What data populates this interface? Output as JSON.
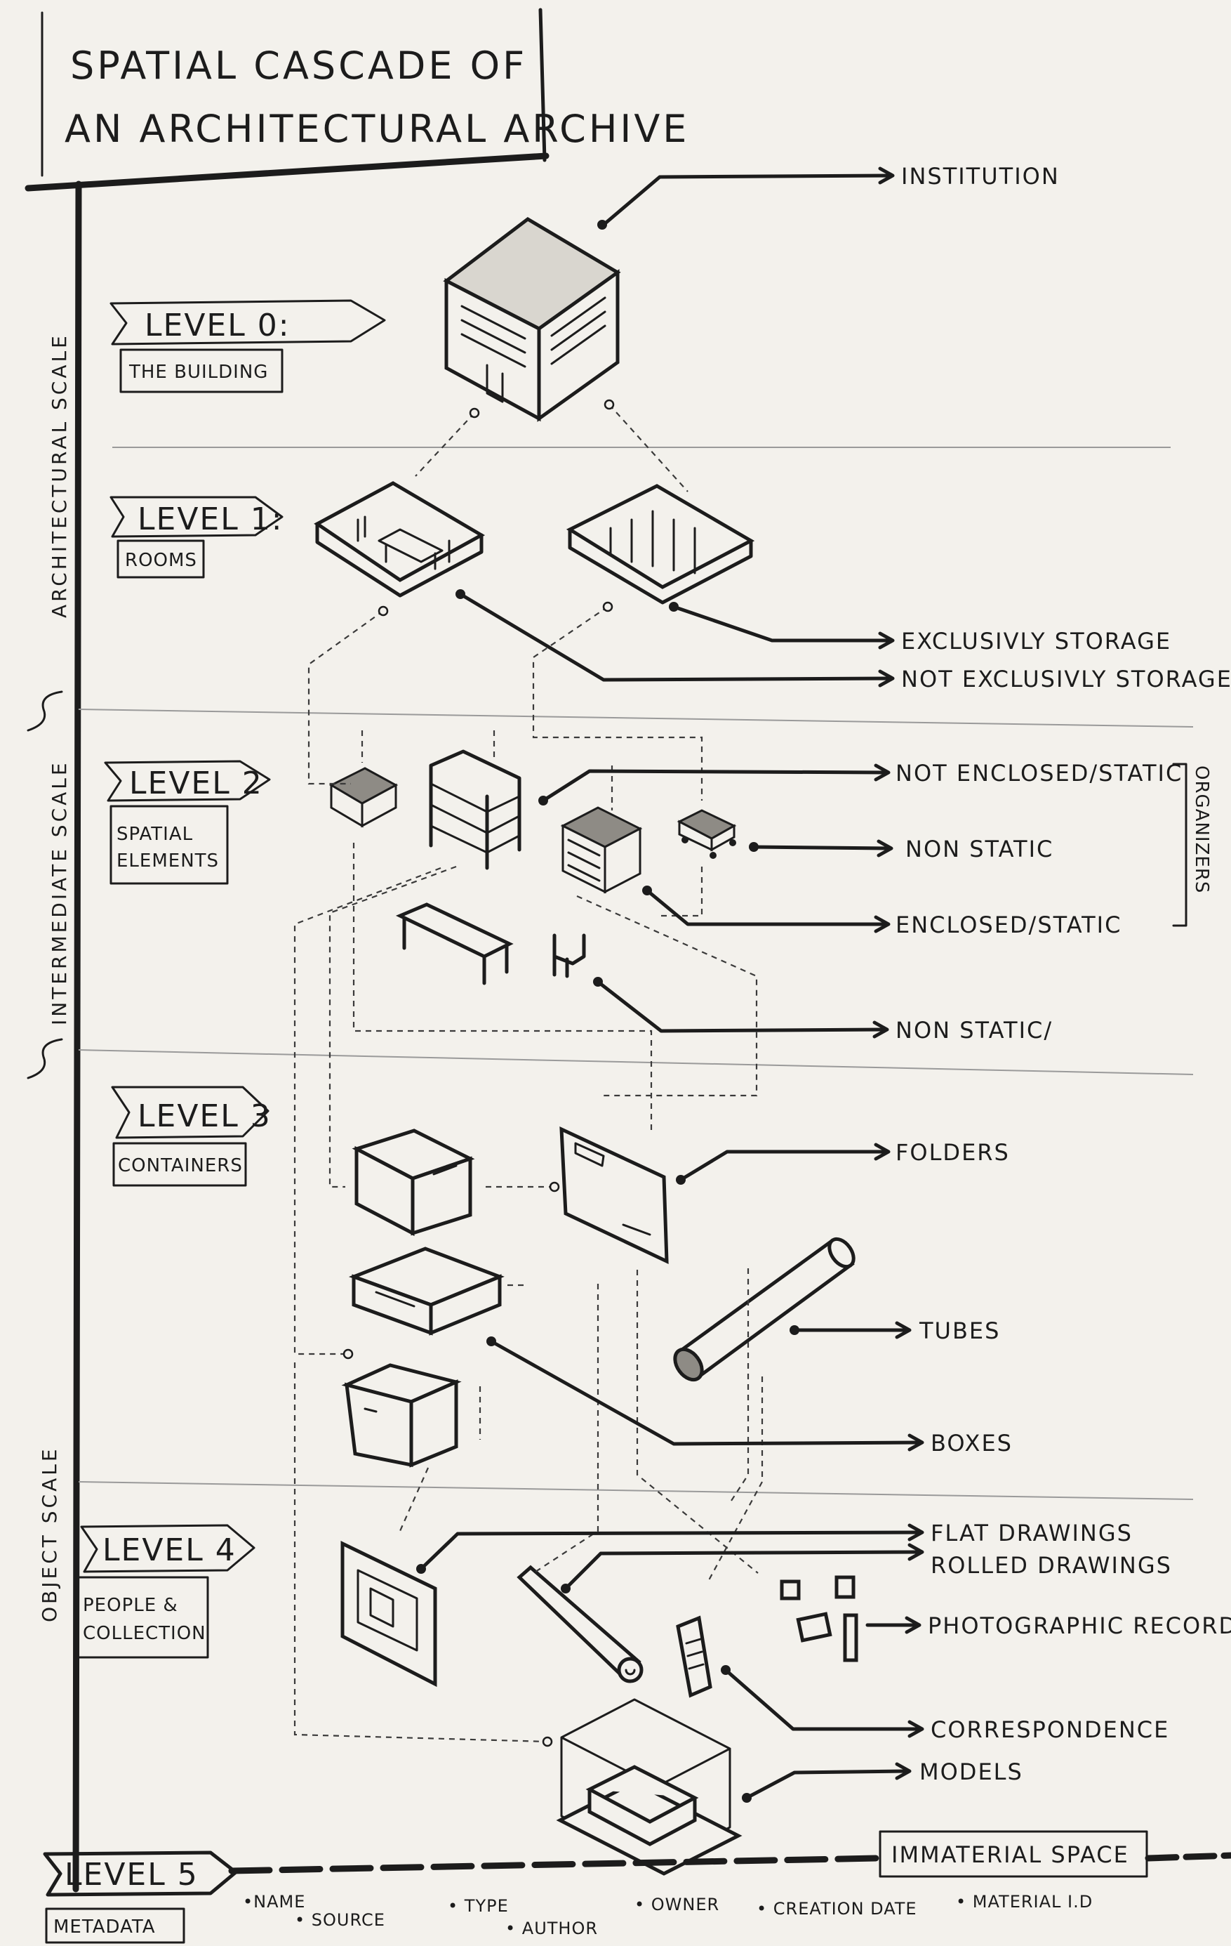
{
  "title": {
    "line1": "SPATIAL CASCADE OF",
    "line2": "AN ARCHITECTURAL ARCHIVE"
  },
  "scales": {
    "architectural": "ARCHITECTURAL SCALE",
    "intermediate": "INTERMEDIATE SCALE",
    "object": "OBJECT SCALE"
  },
  "levels": [
    {
      "label": "LEVEL 0:",
      "sub": "THE BUILDING"
    },
    {
      "label": "LEVEL 1:",
      "sub": "ROOMS"
    },
    {
      "label": "LEVEL 2",
      "sub1": "SPATIAL",
      "sub2": "ELEMENTS"
    },
    {
      "label": "LEVEL 3",
      "sub": "CONTAINERS"
    },
    {
      "label": "LEVEL 4",
      "sub1": "PEOPLE &",
      "sub2": "COLLECTION"
    },
    {
      "label": "LEVEL 5",
      "sub": "METADATA"
    }
  ],
  "labels": {
    "institution": "INSTITUTION",
    "exclusively_storage": "EXCLUSIVLY STORAGE",
    "not_exclusively_storage": "NOT EXCLUSIVLY STORAGE",
    "not_enclosed_static": "NOT ENCLOSED/STATIC",
    "non_static": "NON STATIC",
    "enclosed_static": "ENCLOSED/STATIC",
    "non_static_2": "NON STATIC/",
    "organizers": "ORGANIZERS",
    "folders": "FOLDERS",
    "tubes": "TUBES",
    "boxes": "BOXES",
    "flat_drawings": "FLAT DRAWINGS",
    "rolled_drawings": "ROLLED DRAWINGS",
    "photographic_records": "PHOTOGRAPHIC RECORDS",
    "correspondence": "CORRESPONDENCE",
    "models": "MODELS",
    "immaterial_space": "IMMATERIAL SPACE"
  },
  "metadata_items": [
    "•NAME",
    "• SOURCE",
    "• TYPE",
    "• AUTHOR",
    "• OWNER",
    "• CREATION DATE",
    "• MATERIAL I.D"
  ]
}
